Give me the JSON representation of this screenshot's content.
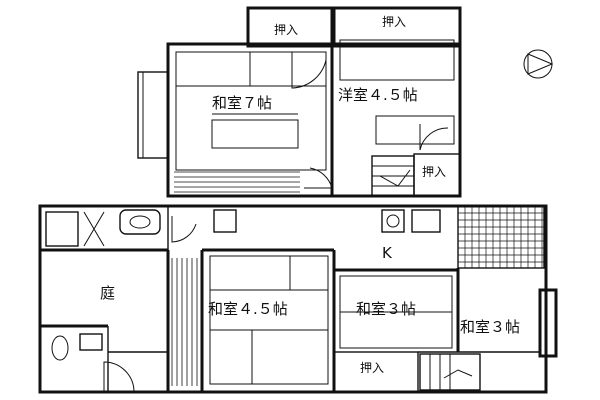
{
  "rooms": {
    "washitsu7": "和室７帖",
    "youshitsu45": "洋室４.５帖",
    "washitsu45": "和室４.５帖",
    "washitsu3a": "和室３帖",
    "washitsu3b": "和室３帖",
    "kitchen": "K",
    "garden": "庭"
  },
  "closets": {
    "oshiire_top_left": "押入",
    "oshiire_top_right": "押入",
    "oshiire_mid_right": "押入",
    "oshiire_bottom": "押入"
  },
  "compass_icon": "north-arrow-icon"
}
